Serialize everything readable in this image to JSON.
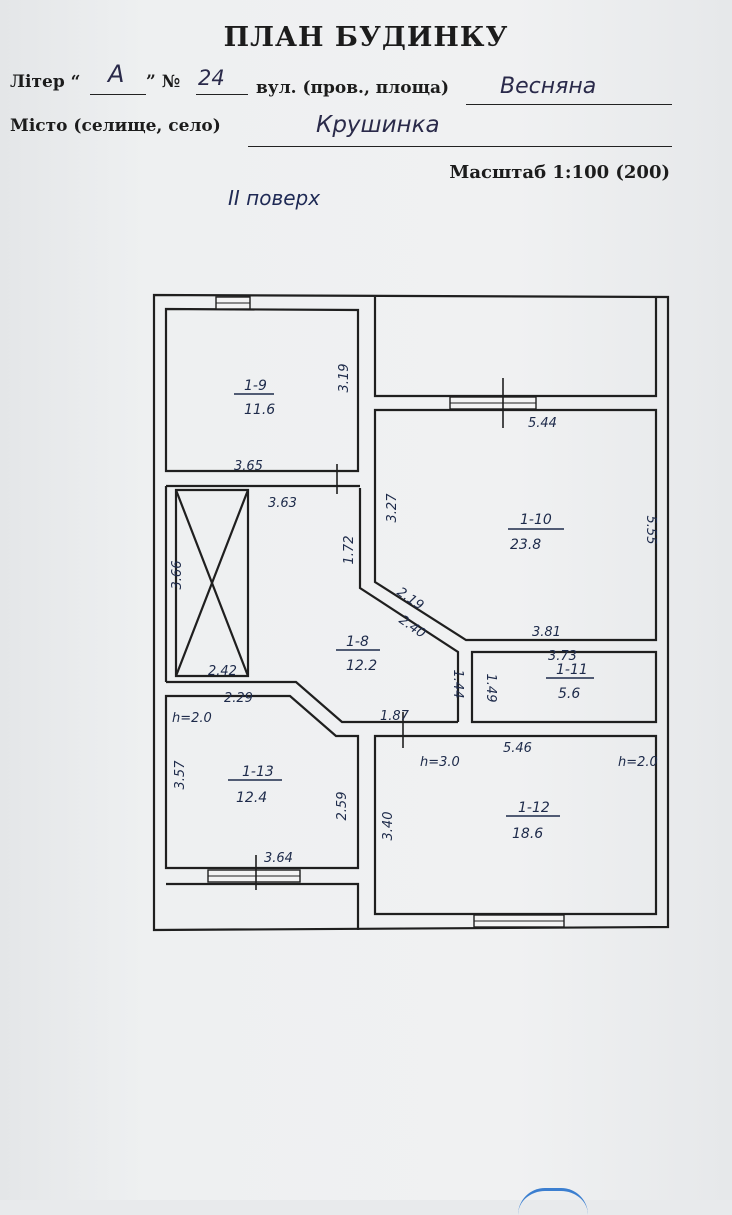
{
  "header": {
    "title": "ПЛАН БУДИНКУ",
    "liter_prefix": "Літер “",
    "liter_value": "А",
    "liter_suffix": "” №",
    "number_value": "24",
    "street_label": "вул. (пров., площа)",
    "street_value": "Весняна",
    "city_label": "Місто (селище, село)",
    "city_value": "Крушинка",
    "scale": "Масштаб 1:100 (200)",
    "floor": "II поверх"
  },
  "rooms": [
    {
      "id": "1-9",
      "area": "11.6"
    },
    {
      "id": "1-10",
      "area": "23.8"
    },
    {
      "id": "1-8",
      "area": "12.2"
    },
    {
      "id": "1-11",
      "area": "5.6"
    },
    {
      "id": "1-12",
      "area": "18.6"
    },
    {
      "id": "1-13",
      "area": "12.4"
    }
  ],
  "dimensions": [
    "3.19",
    "5.44",
    "5.55",
    "3.65",
    "3.63",
    "3.27",
    "1.72",
    "3.66",
    "2.19",
    "2.40",
    "3.81",
    "3.73",
    "1.44",
    "1.49",
    "2.42",
    "2.29",
    "1.87",
    "5.46",
    "3.57",
    "2.59",
    "3.40",
    "3.64"
  ],
  "heights": [
    "h=2.0",
    "h=3.0",
    "h=2.0"
  ]
}
